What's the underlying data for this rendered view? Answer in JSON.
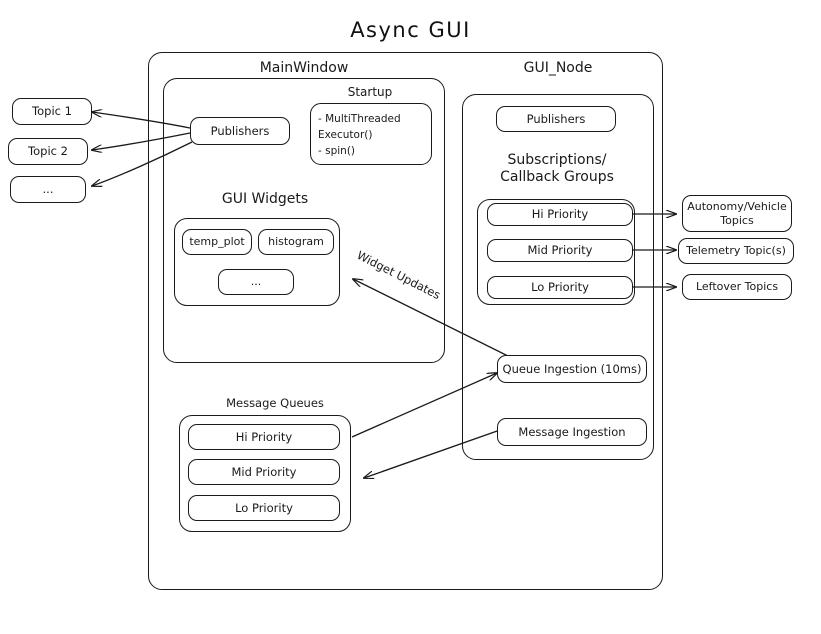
{
  "title": "Async  GUI",
  "external_topics": [
    {
      "label": "Topic 1"
    },
    {
      "label": "Topic 2"
    },
    {
      "label": "..."
    }
  ],
  "right_topics": [
    {
      "label": "Autonomy/Vehicle\nTopics"
    },
    {
      "label": "Telemetry Topic(s)"
    },
    {
      "label": "Leftover Topics"
    }
  ],
  "main_window": {
    "label": "MainWindow",
    "publishers": {
      "label": "Publishers"
    },
    "startup": {
      "label": "Startup",
      "items_text": "-  MultiThreaded\n    Executor()\n-  spin()"
    },
    "gui_widgets": {
      "label": "GUI Widgets",
      "widgets": [
        {
          "label": "temp_plot"
        },
        {
          "label": "histogram"
        },
        {
          "label": "..."
        }
      ]
    },
    "message_queues": {
      "label": "Message Queues",
      "queues": [
        {
          "label": "Hi Priority"
        },
        {
          "label": "Mid Priority"
        },
        {
          "label": "Lo Priority"
        }
      ]
    }
  },
  "gui_node": {
    "label": "GUI_Node",
    "publishers": {
      "label": "Publishers"
    },
    "subscriptions": {
      "label": "Subscriptions/\nCallback Groups",
      "groups": [
        {
          "label": "Hi Priority"
        },
        {
          "label": "Mid Priority"
        },
        {
          "label": "Lo Priority"
        }
      ]
    },
    "queue_ingestion": {
      "label": "Queue Ingestion (10ms)"
    },
    "message_ingestion": {
      "label": "Message Ingestion"
    }
  },
  "edges": {
    "widget_updates": {
      "label": "Widget Updates"
    }
  },
  "colors": {
    "stroke": "#1a1a1a",
    "background": "#ffffff"
  }
}
